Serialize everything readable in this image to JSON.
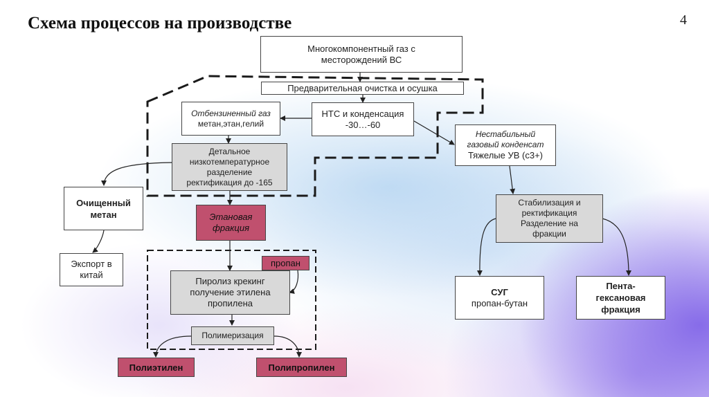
{
  "page": {
    "title": "Схема процессов на производстве",
    "number": "4"
  },
  "nodes": {
    "gas": "Многокомпонентный газ с\nместорождений ВС",
    "pretreat": "Предварительная очистка и осушка",
    "nts": "НТС и конденсация\n-30…-60",
    "debenz_title": "Отбензиненный газ",
    "debenz_sub": "метан,этан,гелий",
    "detailed": "Детальное\nнизкотемпературное\nразделение\nректификация до -165",
    "cond_title": "Нестабильный\nгазовый конденсат",
    "cond_sub": "Тяжелые УВ (с3+)",
    "methane": "Очищенный\nметан",
    "export": "Экспорт в\nкитай",
    "ethane": "Этановая\nфракция",
    "propane": "пропан",
    "pyrolysis": "Пиролиз крекинг\nполучение этилена\nпропилена",
    "polymerization": "Полимеризация",
    "polyethylene": "Полиэтилен",
    "polypropylene": "Полипропилен",
    "stabilization": "Стабилизация и\nректификация\nРазделение на\nфракции",
    "lpg_title": "СУГ",
    "lpg_sub": "пропан-бутан",
    "penta": "Пента-\nгексановая\nфракция"
  },
  "colors": {
    "accent_fill": "#c0506e",
    "grey_fill": "#d9d9d9",
    "line": "#222222"
  }
}
